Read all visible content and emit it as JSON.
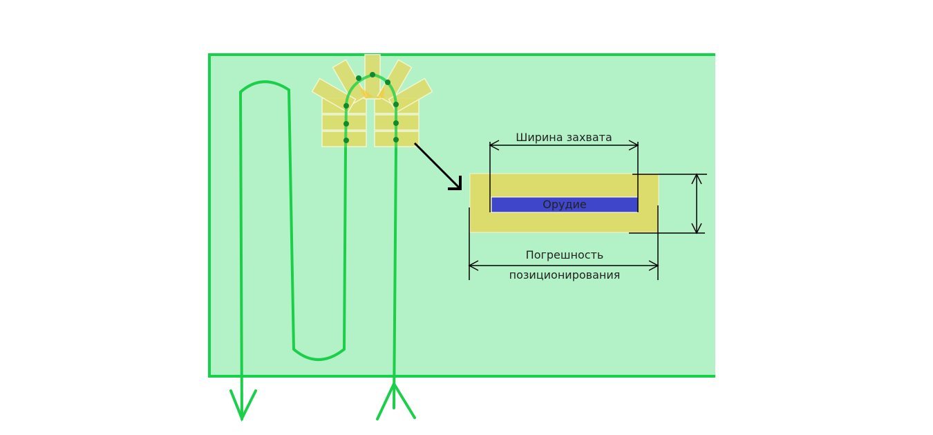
{
  "colors": {
    "field_fill": "#b3f2c6",
    "field_border": "#16d24a",
    "track": "#1ccf4a",
    "tile": "#dcdc6c",
    "tile_overlap": "#f5c93a",
    "dot": "#0f8a2e",
    "implement": "#3f46c9",
    "dim_line": "#000000"
  },
  "labels": {
    "swath_width": "Ширина захвата",
    "implement": "Орудие",
    "positioning_error_line1": "Погрешность",
    "positioning_error_line2": "позиционирования"
  }
}
